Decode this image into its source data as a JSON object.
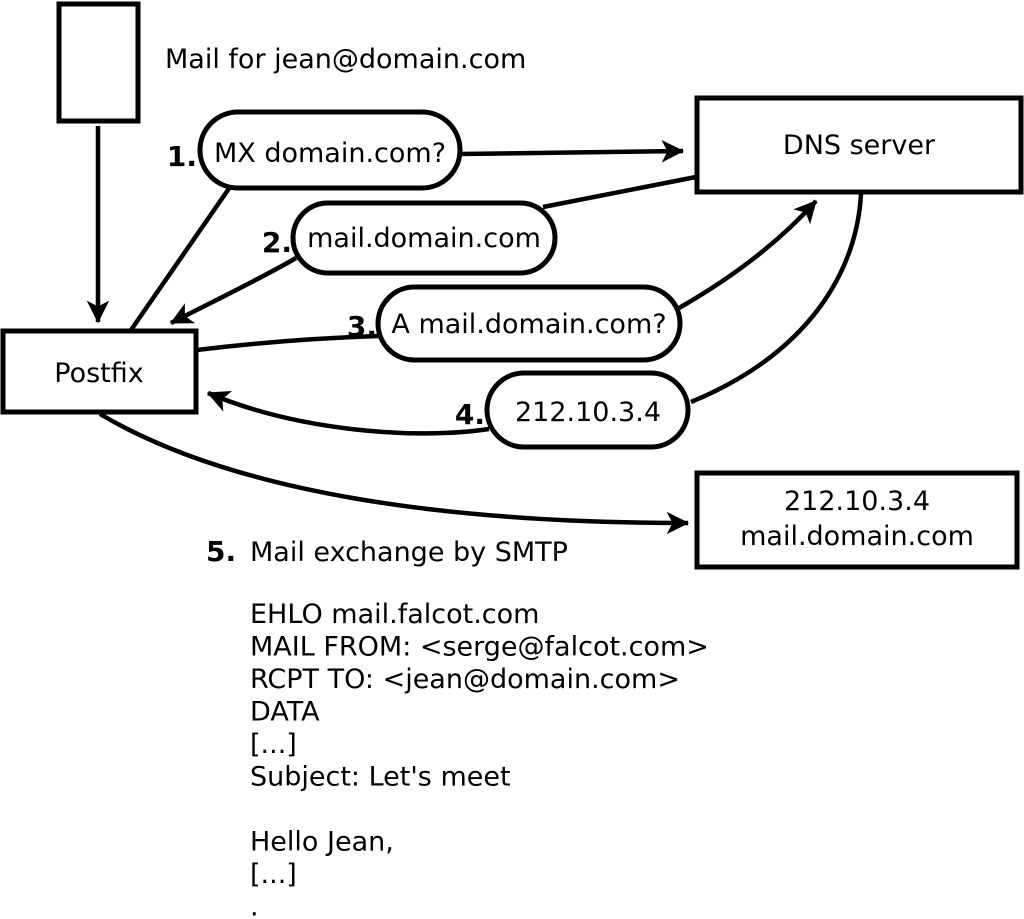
{
  "colors": {
    "stroke": "#000000",
    "background": "#ffffff"
  },
  "diagram": {
    "sender_label": "Mail for jean@domain.com",
    "nodes": {
      "postfix": "Postfix",
      "dns_server": "DNS server",
      "mail_server_line1": "212.10.3.4",
      "mail_server_line2": "mail.domain.com"
    },
    "steps": [
      {
        "num": "1.",
        "label": "MX domain.com?"
      },
      {
        "num": "2.",
        "label": "mail.domain.com"
      },
      {
        "num": "3.",
        "label": "A mail.domain.com?"
      },
      {
        "num": "4.",
        "label": "212.10.3.4"
      },
      {
        "num": "5.",
        "label": "Mail exchange by SMTP"
      }
    ],
    "smtp_session": [
      "EHLO mail.falcot.com",
      "MAIL FROM: <serge@falcot.com>",
      "RCPT TO: <jean@domain.com>",
      "DATA",
      "[...]",
      "Subject: Let's meet",
      "",
      "Hello Jean,",
      "[...]",
      "."
    ]
  }
}
